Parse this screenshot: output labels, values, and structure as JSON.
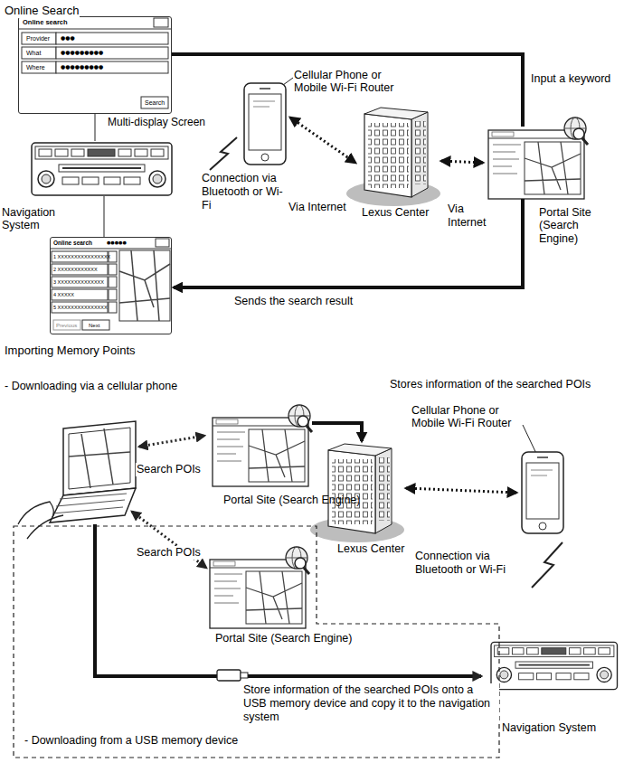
{
  "diagram": {
    "nodes": [
      {
        "text": [
          "Online search",
          "Provider",
          "●●●",
          "What",
          "●●●●●●●●●",
          "Where",
          "●●●●●●●●●",
          "Search",
          "Multi-display Screen"
        ]
      },
      {
        "text": [
          "Navigation System"
        ]
      },
      {
        "text": [
          "Online search",
          "●●●●●",
          "1 XXXXXXXXXXXXXXXX",
          "2 XXXXXXXXXXXX",
          "3 XXXXXXXXXXXXXX",
          "4 XXXXX",
          "5 XXXXXXXXXXXXXXX",
          "Previous",
          "Next"
        ]
      },
      {
        "text": [
          "Cellular Phone or Mobile Wi-Fi Router"
        ]
      },
      {
        "text": [
          "Lexus Center"
        ]
      },
      {
        "text": [
          "Portal Site (Search Engine)"
        ]
      },
      {
        "text": [
          "Portal Site (Search Engine)"
        ]
      },
      {
        "text": [
          "Lexus Center"
        ]
      },
      {
        "text": [
          "Cellular Phone or Mobile Wi-Fi Router"
        ]
      },
      {
        "text": [
          "Portal Site (Search Engine)"
        ]
      },
      {
        "text": [
          "Navigation System"
        ]
      }
    ],
    "edges": [
      {
        "from": 0,
        "to": 5,
        "label": "Input a keyword",
        "arrow": "none"
      },
      {
        "from": 5,
        "to": 2,
        "label": "Sends the search result",
        "arrow": "to"
      },
      {
        "from": 3,
        "to": 4,
        "label": "Via Internet",
        "arrow": "both"
      },
      {
        "from": 4,
        "to": 5,
        "label": "Via Internet",
        "arrow": "both"
      },
      {
        "from": 6,
        "to": 7,
        "arrow": "to"
      },
      {
        "from": 7,
        "to": 8,
        "arrow": "both"
      }
    ],
    "labels": [
      "Online Search",
      "Connection via Bluetooth or Wi-Fi",
      "Importing Memory Points",
      "- Downloading via a cellular phone",
      "Stores information of the searched POIs",
      "Search POIs",
      "Search POIs",
      "Connection via Bluetooth or Wi-Fi",
      "Store information of the searched POIs onto a USB memory device and copy it to the navigation system",
      "- Downloading from a USB memory device"
    ]
  }
}
